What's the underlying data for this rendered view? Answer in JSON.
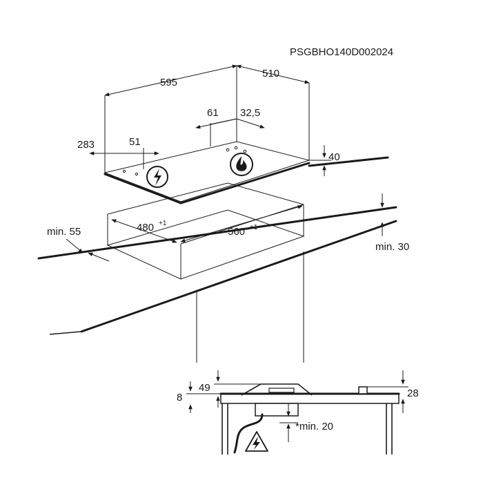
{
  "doc_code": "PSGBHO140D002024",
  "dims": {
    "width_595": "595",
    "depth_510": "510",
    "d61": "61",
    "d32_5": "32,5",
    "d283": "283",
    "d51": "51",
    "height_40": "40",
    "min55": "min. 55",
    "cut_480": "480",
    "cut_480_tol": "+1",
    "cut_560": "560",
    "cut_560_tol": "+1",
    "min30": "min. 30",
    "d8": "8",
    "d49": "49",
    "d28": "28",
    "min20": "*min. 20"
  },
  "icons": [
    "electric-warning-icon",
    "flame-icon"
  ],
  "colors": {
    "ink": "#1a1a1a",
    "background": "#ffffff"
  }
}
